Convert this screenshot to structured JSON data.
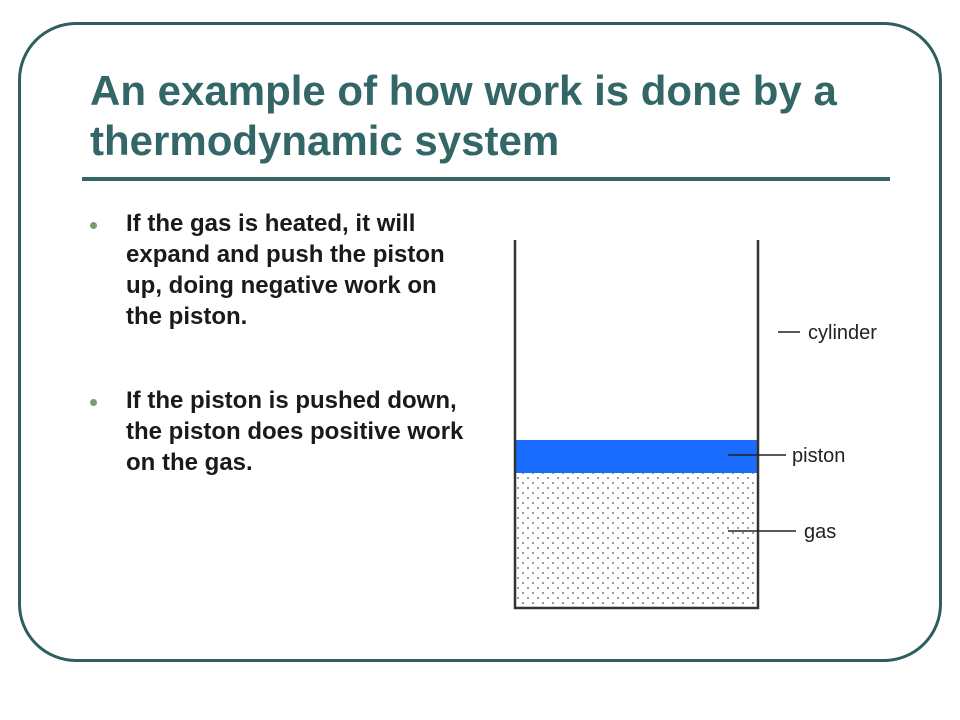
{
  "slide": {
    "title": "An example of how work is done by a thermodynamic system",
    "bullets": [
      "If the gas is heated, it will expand and push the piston up, doing negative work on the piston.",
      "If the piston is pushed down, the piston does positive work on the gas."
    ]
  },
  "diagram": {
    "labels": {
      "cylinder": "cylinder",
      "piston": "piston",
      "gas": "gas"
    },
    "colors": {
      "piston": "#1a6cff",
      "walls": "#333333",
      "gas_dots": "#555555",
      "accent": "#336666"
    }
  }
}
